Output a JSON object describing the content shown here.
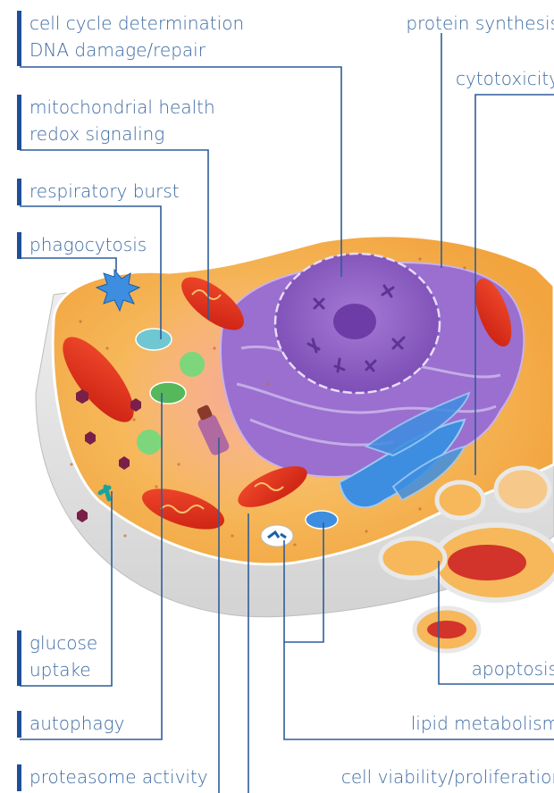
{
  "labels": {
    "cell_cycle": [
      "cell cycle determination",
      "DNA damage/repair"
    ],
    "protein_synthesis": "protein synthesis",
    "cytotoxicity": "cytotoxicity",
    "mitochondrial": [
      "mitochondrial health",
      "redox signaling"
    ],
    "respiratory_burst": "respiratory burst",
    "phagocytosis": "phagocytosis",
    "glucose_uptake": [
      "glucose",
      "uptake"
    ],
    "autophagy": "autophagy",
    "proteasome": "proteasome activity",
    "apoptosis": "apoptosis",
    "lipid_metabolism": "lipid metabolism",
    "cell_viability": "cell viability/proliferation"
  },
  "colors": {
    "label_text": "#3c6aa3",
    "label_bar": "#1f4f99",
    "leader_line": "#2e5d99",
    "cytoplasm": "#f6b85a",
    "nucleus": "#8a5bc0",
    "mitochondria": "#e8341c",
    "golgi": "#3d8ee0",
    "cell_base": "#e4e4e4"
  }
}
